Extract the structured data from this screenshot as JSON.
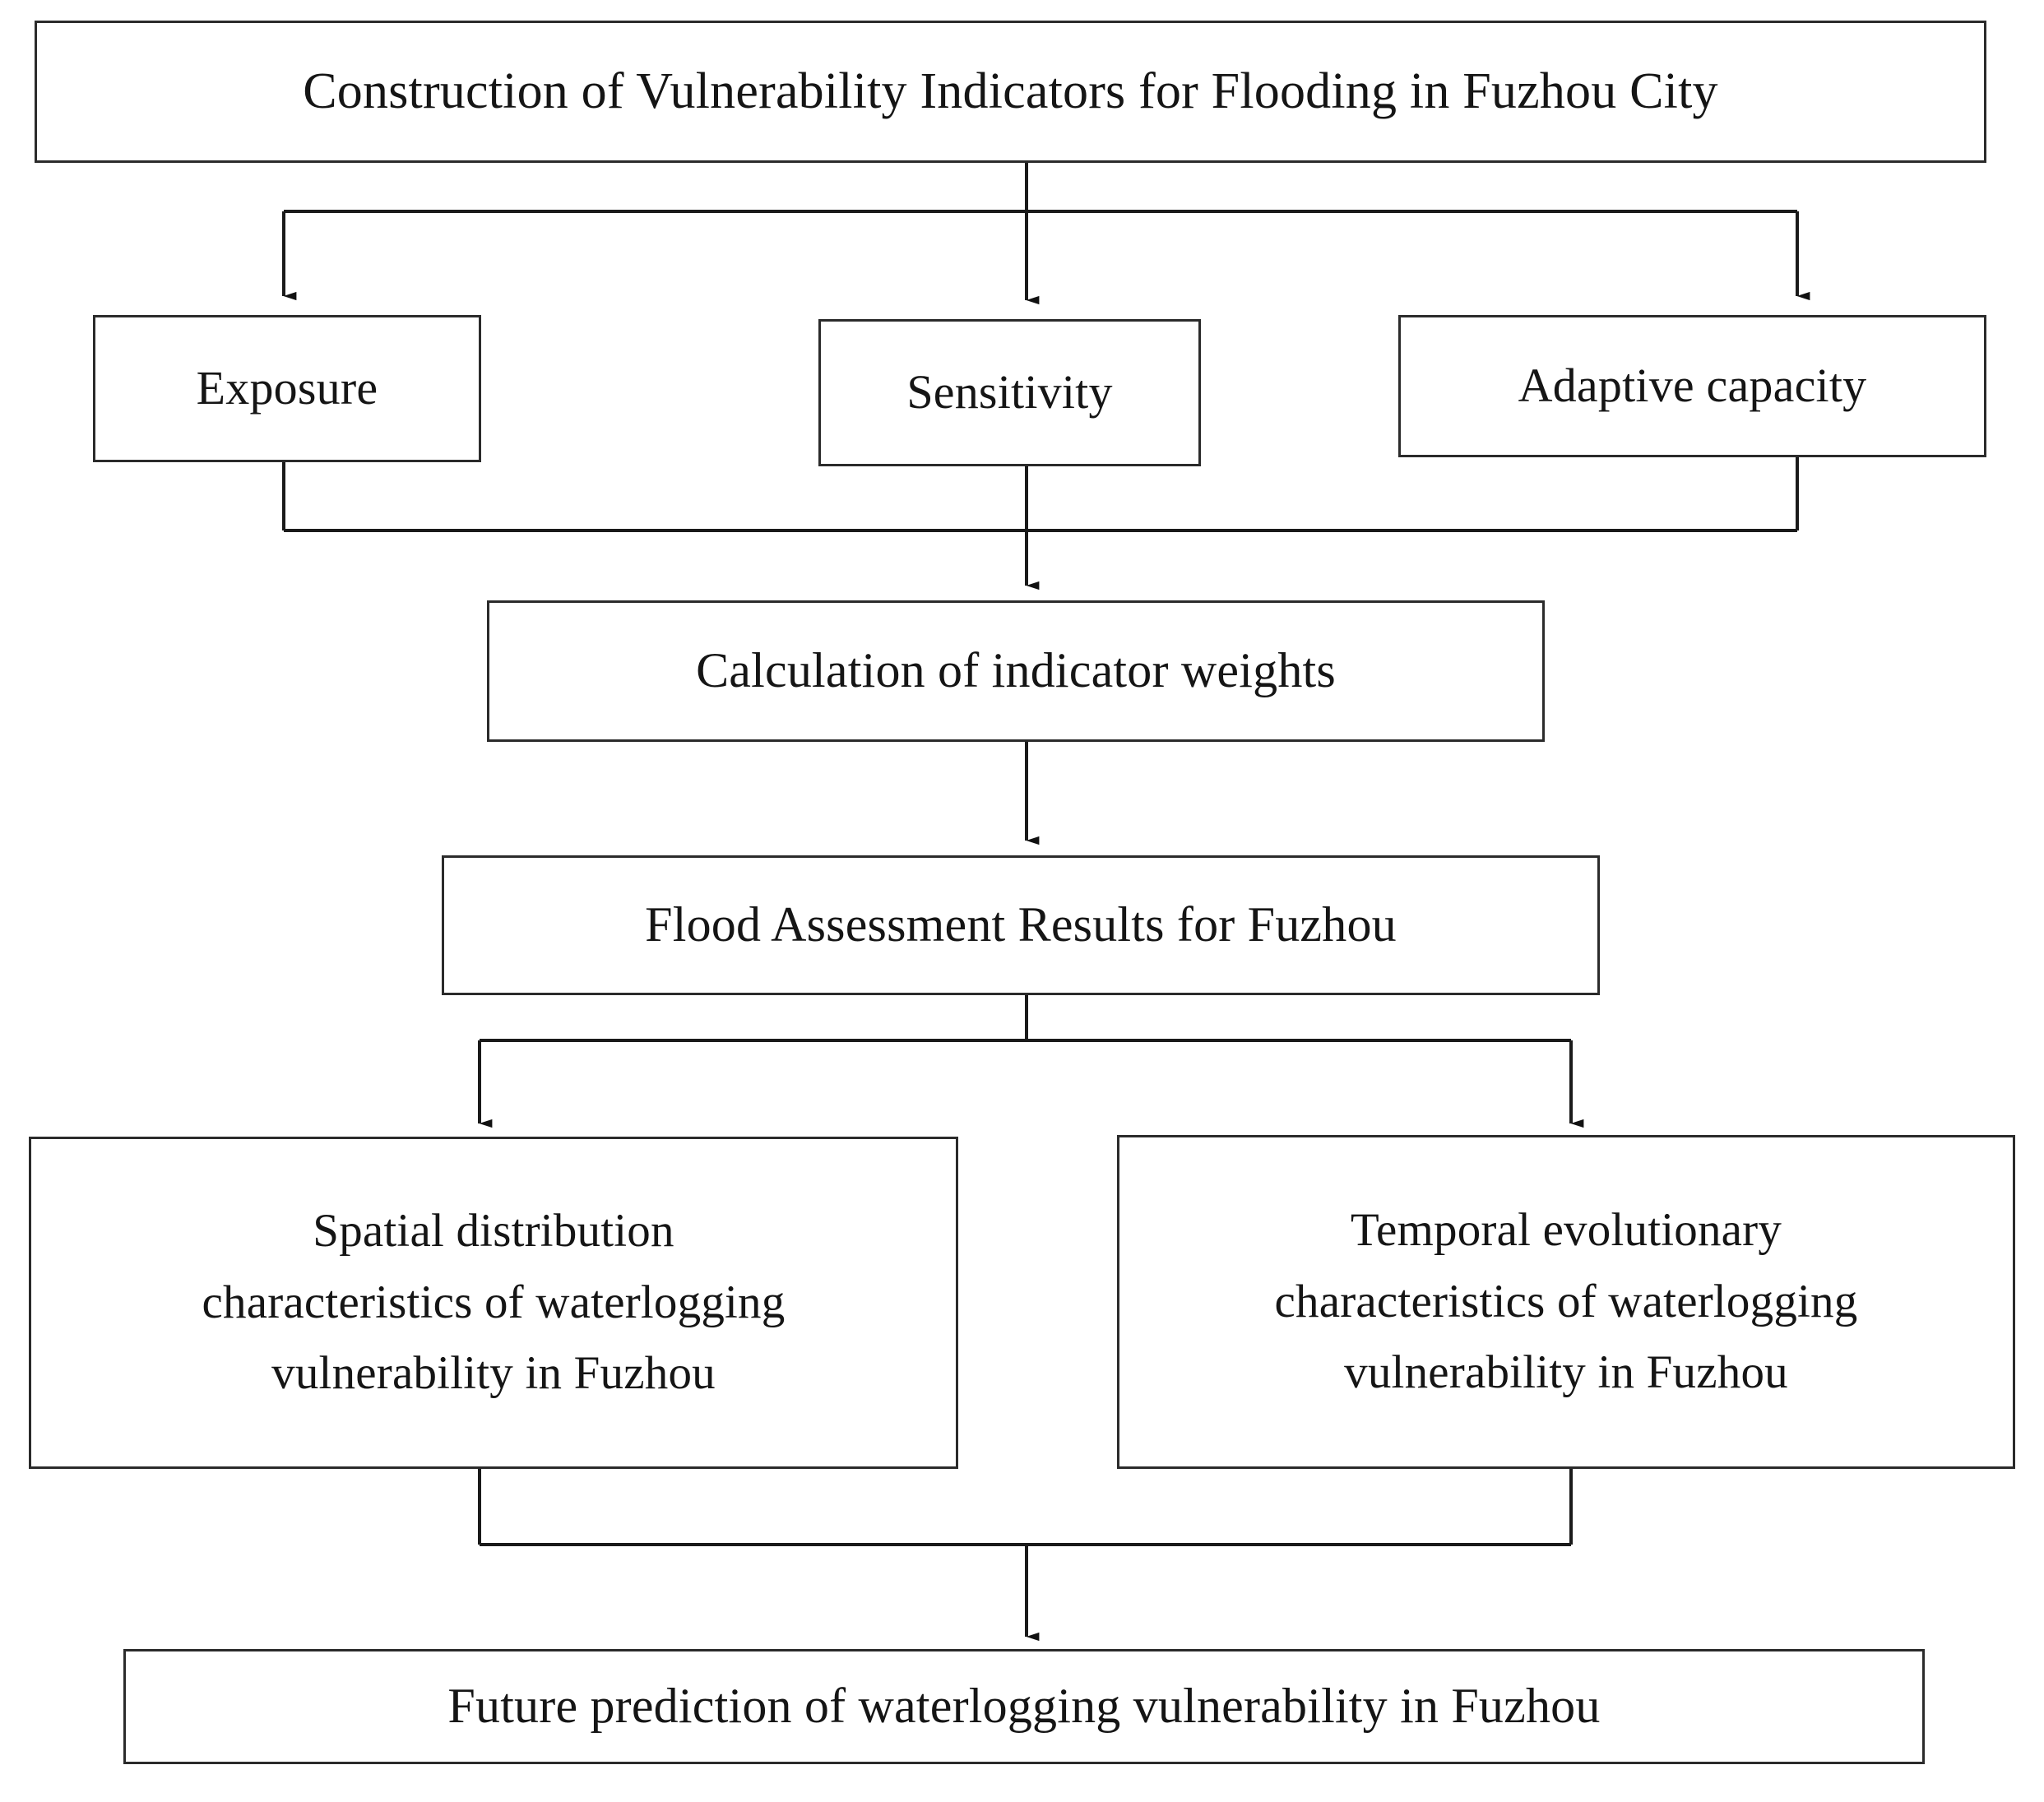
{
  "diagram": {
    "title": "Construction of Vulnerability Indicators for Flooding in Fuzhou City",
    "type": "flowchart",
    "orientation": "top-to-bottom",
    "colors": {
      "box_border": "#2b2b2b",
      "box_fill": "#ffffff",
      "connector": "#1a1a1a",
      "text": "#151515",
      "background": "#ffffff"
    },
    "nodes": [
      {
        "id": "root",
        "label": "Construction of Vulnerability Indicators for Flooding in Fuzhou City",
        "level": 0
      },
      {
        "id": "exposure",
        "label": "Exposure",
        "level": 1
      },
      {
        "id": "sensitivity",
        "label": "Sensitivity",
        "level": 1
      },
      {
        "id": "adaptive-capacity",
        "label": "Adaptive capacity",
        "level": 1
      },
      {
        "id": "weights",
        "label": "Calculation of indicator weights",
        "level": 2
      },
      {
        "id": "assessment",
        "label": "Flood Assessment Results for Fuzhou",
        "level": 3
      },
      {
        "id": "spatial",
        "label": "Spatial distribution characteristics of waterlogging vulnerability in Fuzhou",
        "line1": "Spatial distribution",
        "line2": "characteristics of waterlogging",
        "line3": "vulnerability in Fuzhou",
        "level": 4
      },
      {
        "id": "temporal",
        "label": "Temporal evolutionary characteristics of waterlogging vulnerability in Fuzhou",
        "line1": "Temporal evolutionary",
        "line2": "characteristics of waterlogging",
        "line3": "vulnerability in Fuzhou",
        "level": 4
      },
      {
        "id": "prediction",
        "label": "Future prediction of waterlogging vulnerability in Fuzhou",
        "level": 5
      }
    ],
    "edges": [
      {
        "from": "root",
        "to": "exposure",
        "arrow": true
      },
      {
        "from": "root",
        "to": "sensitivity",
        "arrow": true
      },
      {
        "from": "root",
        "to": "adaptive-capacity",
        "arrow": true
      },
      {
        "from": "exposure",
        "to": "weights",
        "arrow": true
      },
      {
        "from": "sensitivity",
        "to": "weights",
        "arrow": true
      },
      {
        "from": "adaptive-capacity",
        "to": "weights",
        "arrow": true
      },
      {
        "from": "weights",
        "to": "assessment",
        "arrow": true
      },
      {
        "from": "assessment",
        "to": "spatial",
        "arrow": true
      },
      {
        "from": "assessment",
        "to": "temporal",
        "arrow": true
      },
      {
        "from": "spatial",
        "to": "prediction",
        "arrow": true
      },
      {
        "from": "temporal",
        "to": "prediction",
        "arrow": true
      }
    ]
  }
}
